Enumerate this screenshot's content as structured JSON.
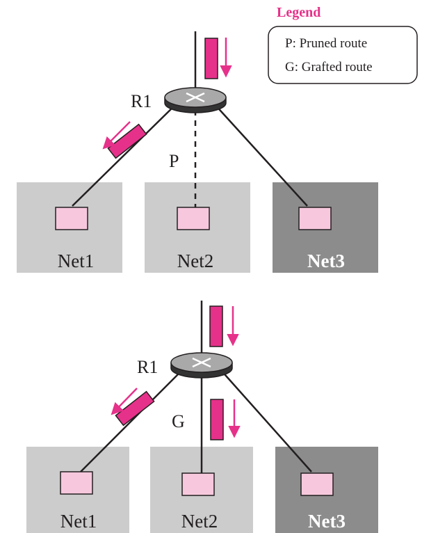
{
  "colors": {
    "background": "#ffffff",
    "line": "#231f20",
    "network_light": "#cccccc",
    "network_dark": "#8c8c8c",
    "host_fill": "#f7c8dd",
    "host_stroke": "#231f20",
    "packet_fill": "#e6318a",
    "arrow": "#e6318a",
    "router_fill": "#a9a9a9",
    "legend_title": "#e6318a"
  },
  "legend": {
    "title": "Legend",
    "items": [
      "P: Pruned route",
      "G: Grafted route"
    ]
  },
  "top": {
    "router_label": "R1",
    "link_label": "P",
    "networks": [
      "Net1",
      "Net2",
      "Net3"
    ]
  },
  "bottom": {
    "router_label": "R1",
    "link_label": "G",
    "networks": [
      "Net1",
      "Net2",
      "Net3"
    ]
  },
  "icons": {
    "router": "router-icon",
    "host": "host-icon",
    "packet": "packet-icon",
    "arrow": "arrow-icon"
  }
}
